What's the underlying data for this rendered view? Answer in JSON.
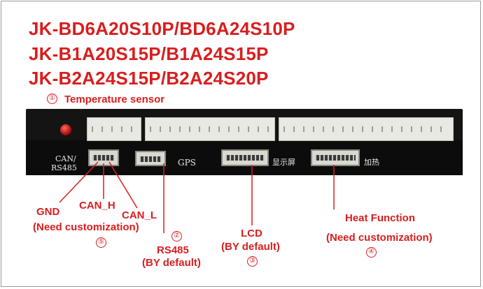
{
  "titles": {
    "line1": "JK-BD6A20S10P/BD6A24S10P",
    "line2": "JK-B1A20S15P/B1A24S15P",
    "line3": "JK-B2A24S15P/B2A24S20P"
  },
  "board_labels": {
    "can_rs485_top": "CAN/",
    "can_rs485_bottom": "RS485",
    "gps": "GPS",
    "display": "显示屏",
    "heat": "加热"
  },
  "callouts": {
    "temperature": {
      "number": "①",
      "label": "Temperature sensor"
    },
    "rs485": {
      "number": "②",
      "label": "RS485",
      "note": "(BY default)"
    },
    "lcd": {
      "number": "③",
      "label": "LCD",
      "note": "(BY default)"
    },
    "heat": {
      "number": "④",
      "label": "Heat Function",
      "note": "(Need customization)"
    },
    "can": {
      "number": "⑤",
      "gnd": "GND",
      "can_h": "CAN_H",
      "can_l": "CAN_L",
      "note": "(Need customization)"
    }
  },
  "colors": {
    "accent": "#d81e1e",
    "board": "#141414",
    "connector": "#e9e9e3"
  }
}
